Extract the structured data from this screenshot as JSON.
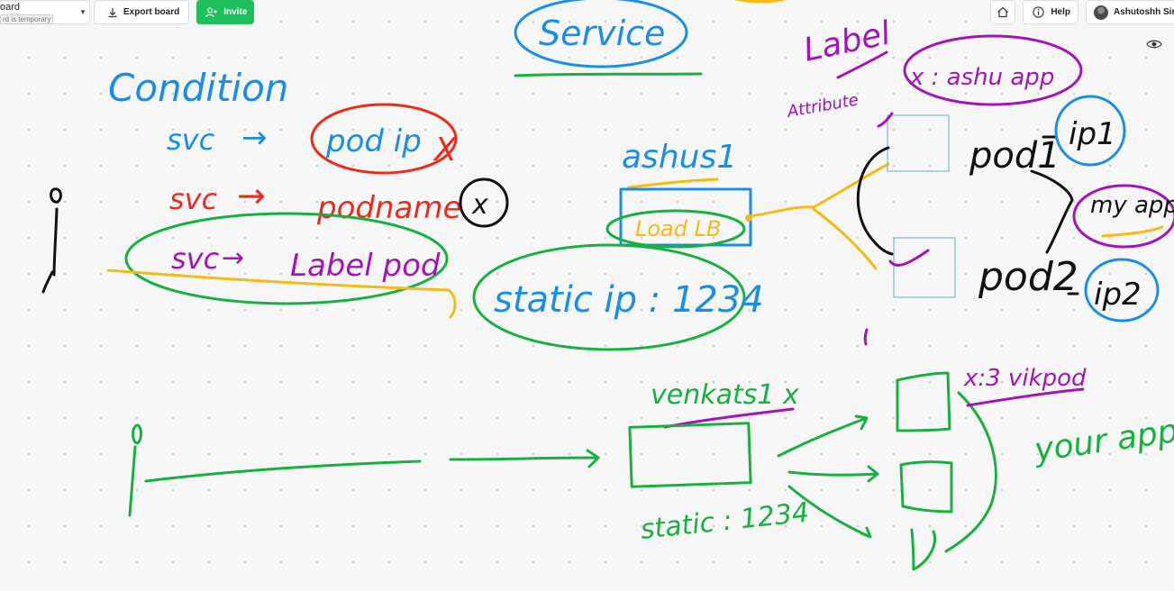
{
  "toolbar": {
    "board_name": "oard",
    "temporary_note": "rd is temporary",
    "export_label": "Export board",
    "invite_label": "Invite",
    "help_label": "Help",
    "user_name": "Ashutoshh Singh"
  },
  "icons": {
    "dropdown": "chevron-down-icon",
    "export": "download-icon",
    "invite": "add-user-icon",
    "home": "home-icon",
    "help": "info-icon",
    "visibility": "eye-icon"
  },
  "colors": {
    "invite_green": "#1fbf5e",
    "ink_blue": "#1a8ee6",
    "ink_red": "#ee2a1c",
    "ink_purple": "#a215b8",
    "ink_green": "#18b040",
    "ink_yellow": "#f3bb14",
    "ink_black": "#111111",
    "ink_light_blue": "#7fb6e6"
  },
  "whiteboard": {
    "title": "Service",
    "heading": "Condition",
    "conditions": [
      {
        "key": "svc",
        "arrow": "→",
        "value": "pod ip"
      },
      {
        "key": "svc",
        "arrow": "→",
        "value": "podname"
      },
      {
        "key": "svc",
        "arrow": "→",
        "value": "Label pod"
      }
    ],
    "x_mark": "x",
    "cross_mark": "X",
    "service_name": "ashus1",
    "load_lb": "Load LB",
    "static_ip": "static ip : 1234",
    "label_title": "Label",
    "label_sub": "Attribute",
    "label_selector": "x : ashu app",
    "pods": [
      {
        "name": "pod1",
        "ip": "ip1"
      },
      {
        "name": "pod2",
        "ip": "ip2"
      }
    ],
    "myapp": "my app",
    "svc2_name": "venkats1 x",
    "svc2_static": "static : 1234",
    "x_vikpod": "x:3 vikpod",
    "yourapp": "your app"
  }
}
